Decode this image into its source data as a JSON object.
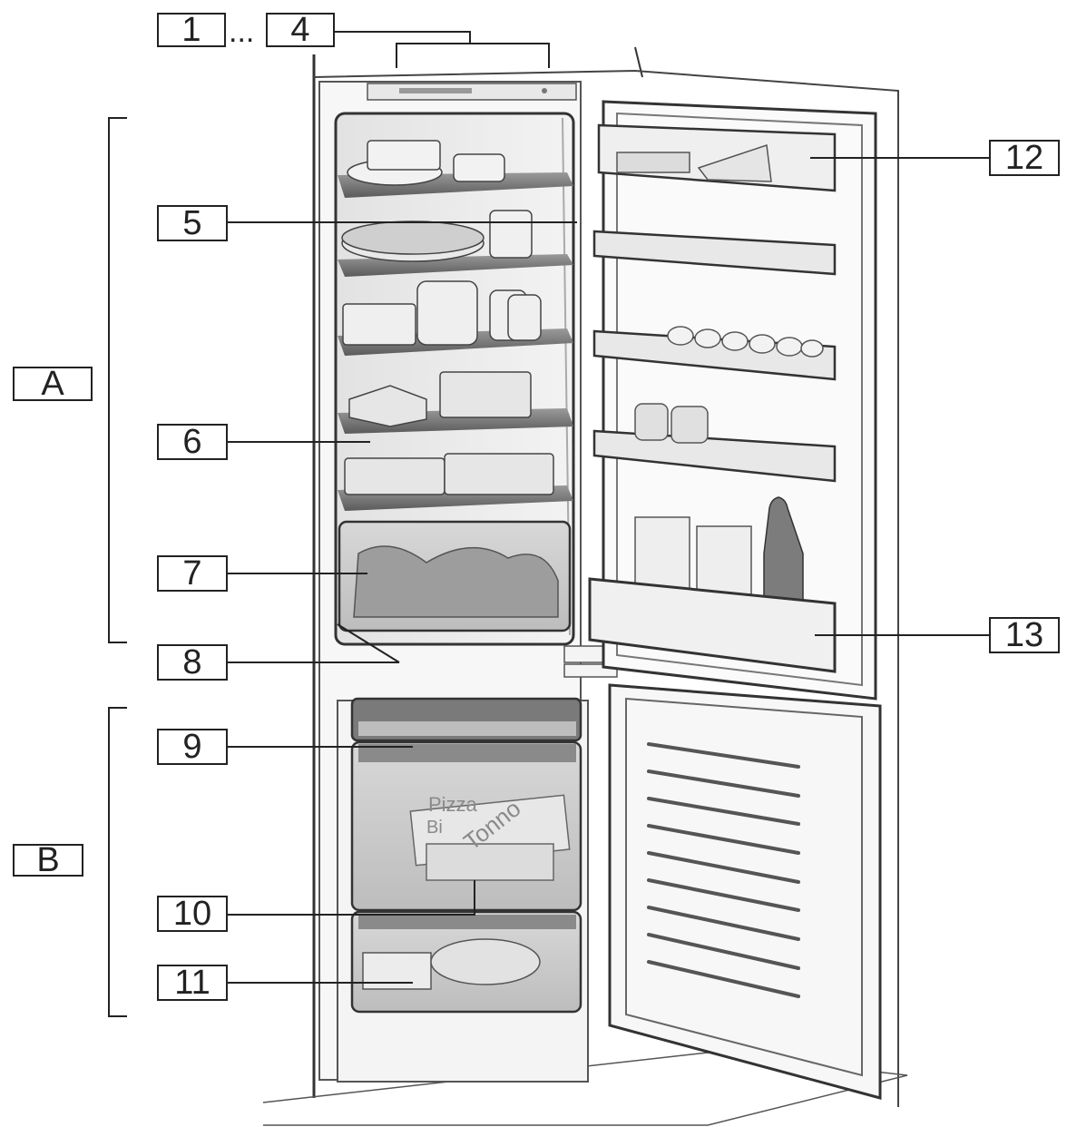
{
  "callouts": {
    "c1": "1",
    "c4": "4",
    "range_ellipsis": "...",
    "c5": "5",
    "c6": "6",
    "c7": "7",
    "c8": "8",
    "c9": "9",
    "c10": "10",
    "c11": "11",
    "c12": "12",
    "c13": "13",
    "zone_a": "A",
    "zone_b": "B"
  },
  "package_text": {
    "pizza": "Pizza",
    "tonno": "Tonno",
    "bianca": "Bi"
  },
  "colors": {
    "line": "#222222",
    "interior_shade": "#d6d6d6",
    "glass": "#bfbfbf"
  }
}
